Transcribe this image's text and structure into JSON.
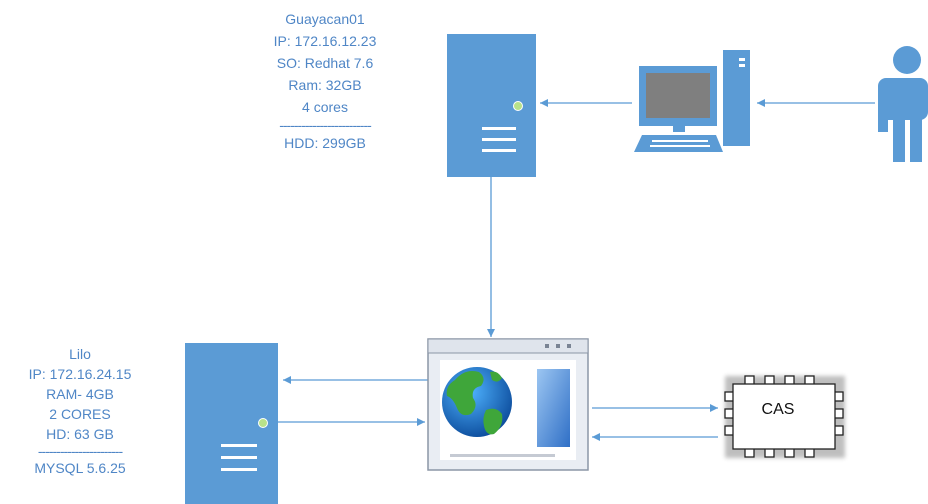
{
  "server_top": {
    "name": "Guayacan01",
    "ip": "IP: 172.16.12.23",
    "so": "SO: Redhat 7.6",
    "ram": "Ram: 32GB",
    "cores": "4 cores",
    "separator": "-------------------------",
    "hdd": "HDD: 299GB"
  },
  "server_bottom": {
    "name": "Lilo",
    "ip": "IP: 172.16.24.15",
    "ram": "RAM- 4GB",
    "cores": "2 CORES",
    "hd": "HD: 63 GB",
    "separator": "-----------------------",
    "mysql": "MYSQL 5.6.25"
  },
  "cas_label": "CAS",
  "colors": {
    "accent": "#5b9bd5",
    "dark_accent": "#3f7dbf",
    "text": "#4f86c6"
  },
  "icons": [
    "server-icon",
    "computer-icon",
    "user-icon",
    "web-browser-icon",
    "chip-icon"
  ]
}
